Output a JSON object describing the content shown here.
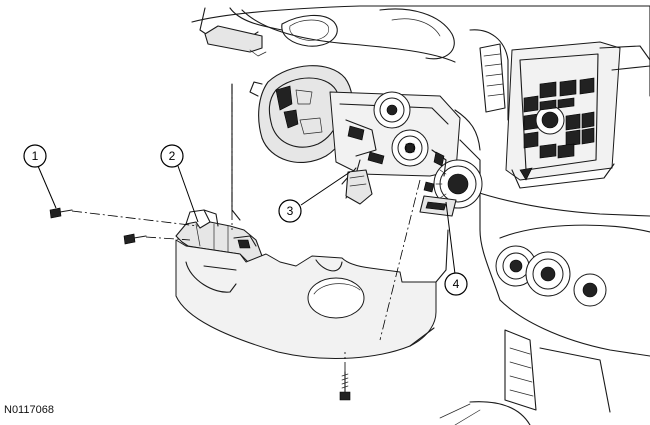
{
  "figure": {
    "id": "N0117068"
  },
  "callouts": [
    {
      "label": "1"
    },
    {
      "label": "2"
    },
    {
      "label": "3"
    },
    {
      "label": "4"
    }
  ]
}
